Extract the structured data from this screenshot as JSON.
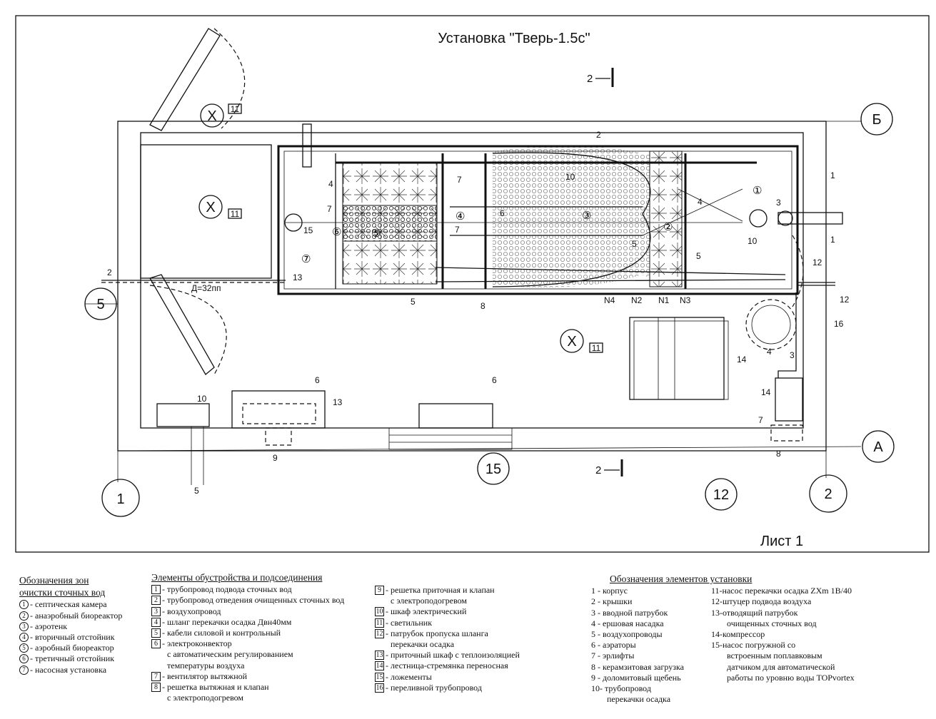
{
  "title": "Установка \"Тверь-1.5с\"",
  "sheet": "Лист 1",
  "axes": {
    "b": "Б",
    "a": "А",
    "five": "5",
    "one": "1",
    "two": "2",
    "fifteen": "15",
    "twelve": "12"
  },
  "section_mark": "2",
  "pipe_label": "Д=32пп",
  "lamp_mark": "X",
  "callouts": [
    "1",
    "2",
    "3",
    "4",
    "5",
    "6",
    "7",
    "8",
    "9",
    "10",
    "11",
    "12",
    "13",
    "14",
    "15",
    "16"
  ],
  "zone_marks": [
    "①",
    "②",
    "③",
    "④",
    "⑤",
    "⑥",
    "⑦"
  ],
  "nozzles": [
    "N4",
    "N2",
    "N1",
    "N3"
  ],
  "legend_zones": {
    "heading": [
      "Обозначения зон",
      "очистки сточных вод"
    ],
    "items": [
      {
        "mark": "1",
        "text": "- септическая камера"
      },
      {
        "mark": "2",
        "text": "- анаэробный биореактор"
      },
      {
        "mark": "3",
        "text": "- аэротенк"
      },
      {
        "mark": "4",
        "text": "- вторичный отстойник"
      },
      {
        "mark": "5",
        "text": "- аэробный биореактор"
      },
      {
        "mark": "6",
        "text": "- третичный отстойник"
      },
      {
        "mark": "7",
        "text": "- насосная  установка"
      }
    ]
  },
  "legend_connections": {
    "heading": "Элементы обустройства и подсоединения",
    "items": [
      {
        "mark": "1",
        "text": "- трубопровод подвода сточных вод"
      },
      {
        "mark": "2",
        "text": "- трубопровод отведения очищенных сточных вод"
      },
      {
        "mark": "3",
        "text": "- воздухопровод"
      },
      {
        "mark": "4",
        "text": "- шланг перекачки  осадка Двн40мм"
      },
      {
        "mark": "5",
        "text": "- кабели силовой и контрольный"
      },
      {
        "mark": "6",
        "text": "- электроконвектор",
        "cont": [
          "с автоматическим регулированием",
          "температуры воздуха"
        ]
      },
      {
        "mark": "7",
        "text": "- вентилятор вытяжной"
      },
      {
        "mark": "8",
        "text": "- решетка вытяжная и клапан",
        "cont": [
          "с электроподогревом"
        ]
      },
      {
        "mark": "9",
        "text": "- решетка приточная и клапан",
        "cont": [
          "с электроподогревом"
        ]
      },
      {
        "mark": "10",
        "text": " - шкаф электрический"
      },
      {
        "mark": "11",
        "text": "- светильник"
      },
      {
        "mark": "12",
        "text": "- патрубок пропуска шланга",
        "cont": [
          "перекачки осадка"
        ]
      },
      {
        "mark": "13",
        "text": "- приточный шкаф с теплоизоляцией"
      },
      {
        "mark": "14",
        "text": "- лестница-стремянка переносная"
      },
      {
        "mark": "15",
        "text": "- ложементы"
      },
      {
        "mark": "16",
        "text": "- переливной трубопровод"
      }
    ]
  },
  "legend_elements": {
    "heading": "Обозначения элементов установки",
    "col1": [
      "1 - корпус",
      "2 - крышки",
      "3 - вводной патрубок",
      "4 - ершовая насадка",
      "5 - воздухопроводы",
      "6 - аэраторы",
      "7 - эрлифты",
      "8 - керамзитовая загрузка",
      "9 - доломитовый щебень",
      "10- трубопровод",
      "перекачки осадка"
    ],
    "col2": [
      "11-насос перекачки осадка ZXm 1В/40",
      "12-штуцер подвода воздуха",
      "13-отводящий патрубок",
      "очищенных сточных вод",
      "14-компрессор",
      "15-насос погружной со",
      "встроенным поплавковым",
      "датчиком для автоматической",
      "работы по уровню воды TOPvortex"
    ]
  }
}
